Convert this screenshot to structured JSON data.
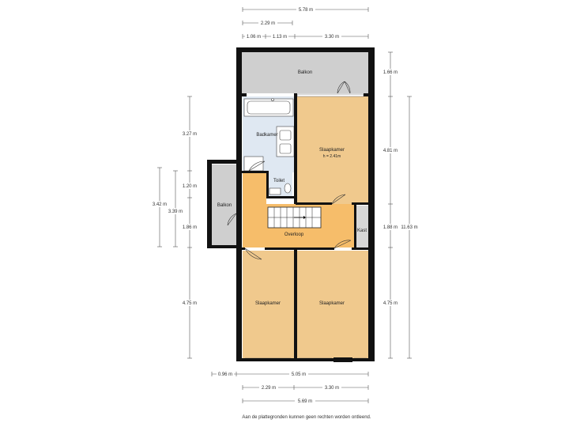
{
  "colors": {
    "floor": "#f0c98d",
    "hall": "#f6bd6a",
    "bath": "#dfe8f2",
    "balcony": "#cfcfcf",
    "wall": "#111111",
    "kast": "#d7d7d7"
  },
  "rooms": {
    "balkon_top": "Balkon",
    "badkamer": "Badkamer",
    "slaapkamer_main": "Slaapkamer",
    "slaapkamer_height": "h = 2.41m",
    "toilet": "Toilet",
    "balkon_left": "Balkon",
    "overloop": "Overloop",
    "kast": "Kast",
    "slaapkamer_bl": "Slaapkamer",
    "slaapkamer_br": "Slaapkamer"
  },
  "dimensions": {
    "top_total": "5.78 m",
    "top_mid": "2.29 m",
    "top_a": "1.06 m",
    "top_b": "1.13 m",
    "top_c": "3.30 m",
    "left_a": "3.27 m",
    "left_b": "1.20 m",
    "left_outer": "3.42 m",
    "left_inner": "3.39 m",
    "left_c": "1.86 m",
    "left_d": "4.75 m",
    "right_a": "1.66 m",
    "right_b": "4.81 m",
    "right_c": "1.88 m",
    "right_d": "4.75 m",
    "right_total": "11.63 m",
    "bottom_a": "0.96 m",
    "bottom_b": "5.05 m",
    "bottom_c": "2.29 m",
    "bottom_d": "3.30 m",
    "bottom_total": "5.69 m"
  },
  "disclaimer": "Aan de plattegronden kunnen geen rechten worden ontleend."
}
